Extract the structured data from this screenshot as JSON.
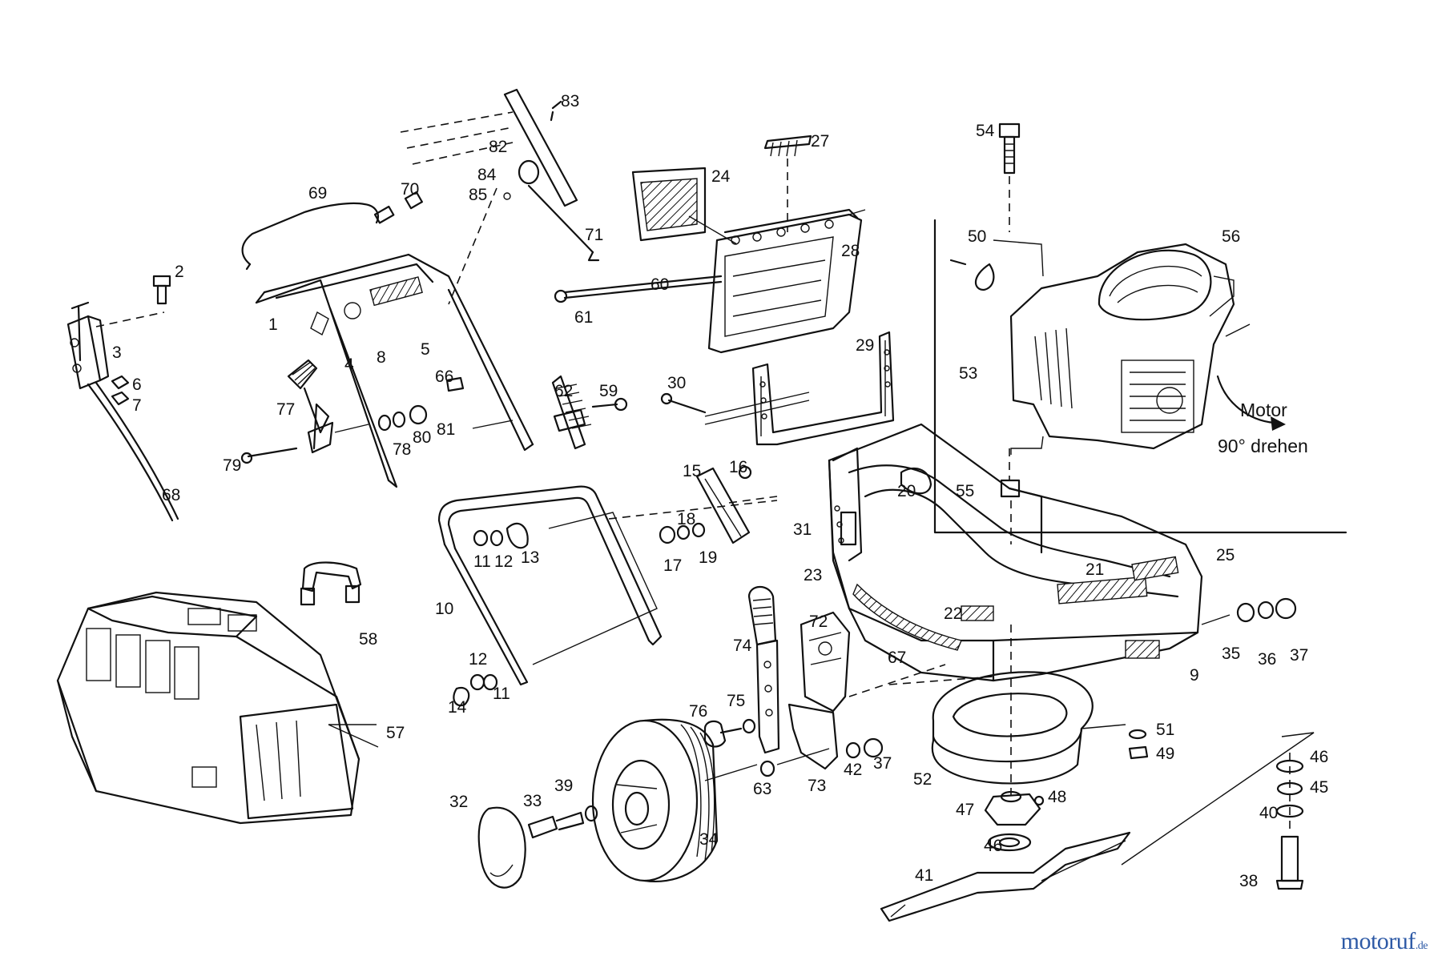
{
  "diagram": {
    "part_labels": [
      "1",
      "2",
      "3",
      "4",
      "5",
      "6",
      "7",
      "8",
      "9",
      "10",
      "11",
      "11",
      "12",
      "12",
      "13",
      "14",
      "15",
      "16",
      "17",
      "18",
      "19",
      "20",
      "21",
      "22",
      "23",
      "24",
      "25",
      "27",
      "28",
      "29",
      "30",
      "31",
      "32",
      "33",
      "34",
      "35",
      "36",
      "37",
      "37",
      "38",
      "39",
      "40",
      "41",
      "42",
      "45",
      "46",
      "46",
      "47",
      "48",
      "49",
      "50",
      "51",
      "52",
      "53",
      "54",
      "55",
      "56",
      "57",
      "58",
      "59",
      "60",
      "61",
      "62",
      "63",
      "66",
      "67",
      "68",
      "69",
      "70",
      "71",
      "72",
      "73",
      "74",
      "75",
      "76",
      "77",
      "78",
      "79",
      "80",
      "81",
      "82",
      "83",
      "84",
      "85"
    ],
    "note_line1": "Motor",
    "note_line2": "90° drehen"
  },
  "watermark": {
    "main": "motoruf",
    "tld": ".de"
  }
}
